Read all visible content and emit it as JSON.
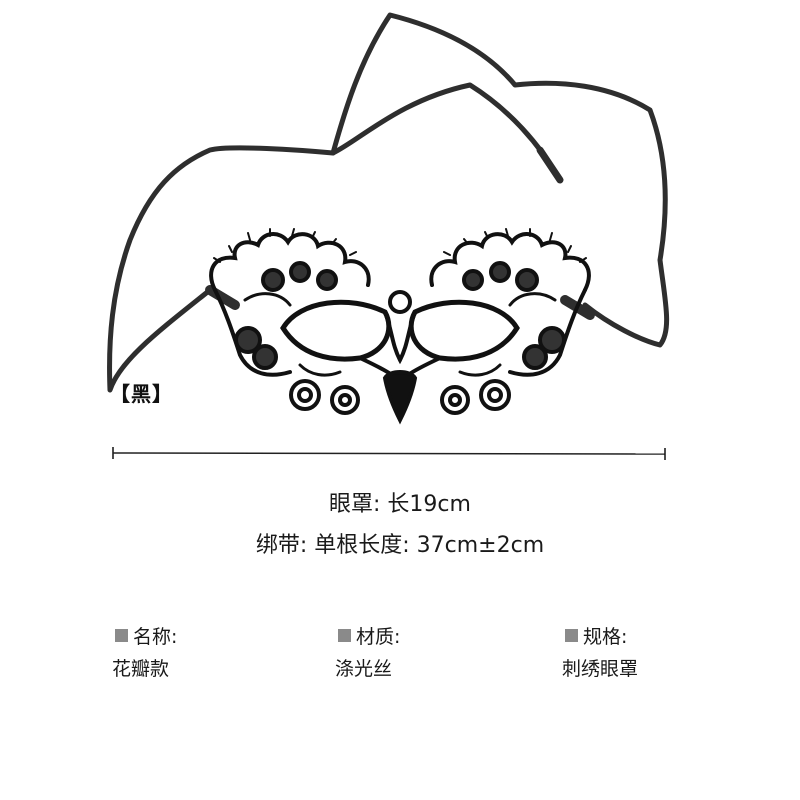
{
  "product": {
    "image_alt": "black lace embroidered eye mask with ribbon ties",
    "color_label": "【黑】"
  },
  "dimensions": {
    "mask_line": "眼罩:  长19cm",
    "ribbon_line": "绑带:  单根长度:  37cm±2cm"
  },
  "attributes": [
    {
      "label": "名称:",
      "value": "花瓣款"
    },
    {
      "label": "材质:",
      "value": "涤光丝"
    },
    {
      "label": "规格:",
      "value": "刺绣眼罩"
    }
  ],
  "colors": {
    "background": "#ffffff",
    "text": "#1a1a1a",
    "bullet_square": "#8a8a8a",
    "mask": "#111111",
    "ribbon": "#333333"
  }
}
